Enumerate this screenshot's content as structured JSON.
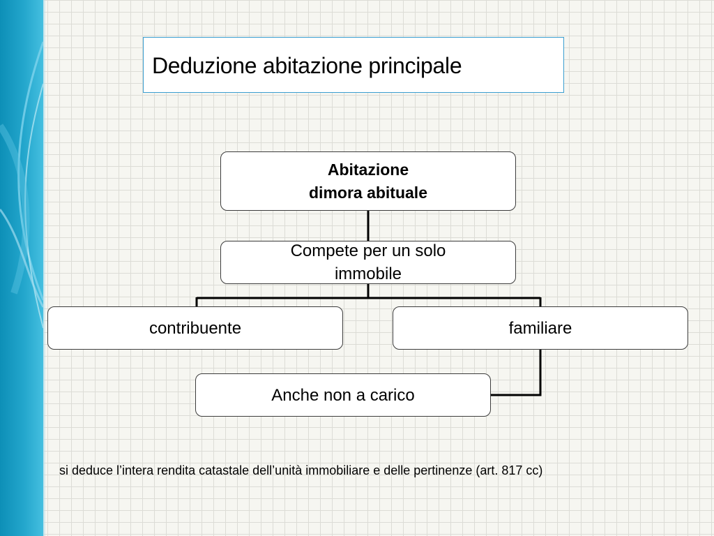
{
  "slide": {
    "title": "Deduzione abitazione principale",
    "footnote": "si deduce l’intera rendita catastale dell’unità immobiliare e delle pertinenze (art. 817 cc)"
  },
  "diagram": {
    "root": "Abitazione\ndimora abituale",
    "level1": "Compete per un solo\nimmobile",
    "level2_left": "contribuente",
    "level2_right": "familiare",
    "level3": "Anche non a carico"
  },
  "colors": {
    "band": "#23a6cc",
    "title_border": "#3a9ed0",
    "grid": "#dcdcd6"
  }
}
